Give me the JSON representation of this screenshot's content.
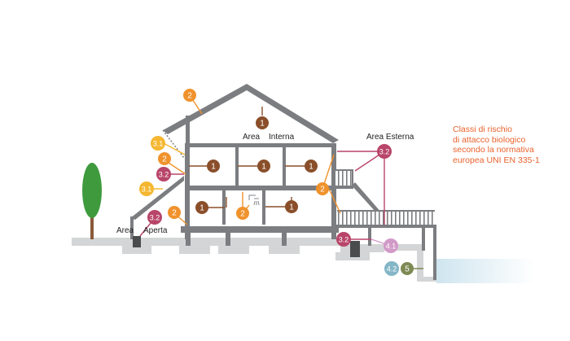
{
  "labels": {
    "area_interna_1": "Area",
    "area_interna_2": "Interna",
    "area_esterna": "Area Esterna",
    "area_aperta_1": "Area",
    "area_aperta_2": "Aperta"
  },
  "legend": {
    "lines": [
      "Classi di rischio",
      "di attacco biologico",
      "secondo la normativa",
      "europea UNI EN 335-1"
    ]
  },
  "badges": {
    "c1": "1",
    "c2": "2",
    "c31": "3.1",
    "c32": "3.2",
    "c41": "4.1",
    "c42": "4.2",
    "c5": "5"
  },
  "colors": {
    "class_1": "#8a4f2a",
    "class_2": "#f0922c",
    "class_3_1": "#f5b731",
    "class_3_2": "#b8456a",
    "class_4_1": "#d29ac8",
    "class_4_2": "#84b6c7",
    "class_5": "#7d8a55",
    "structure": "#7b7d80",
    "ground": "#d4d5d6",
    "tree": "#3f9a3e",
    "water": "#dcecf3",
    "legend_text": "#e8622c"
  }
}
